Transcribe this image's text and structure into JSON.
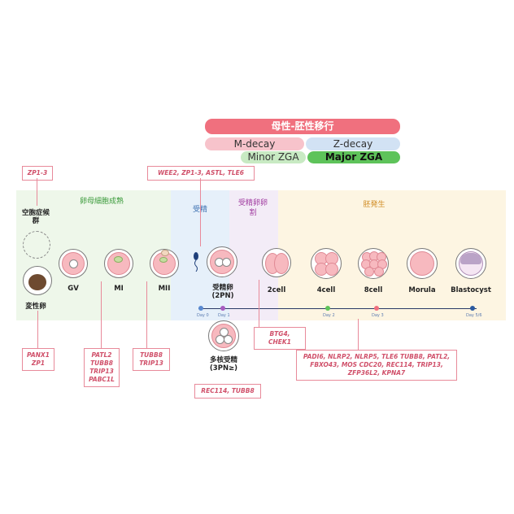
{
  "top_bars": {
    "mzt": "母性-胚性移行",
    "m_decay": "M-decay",
    "z_decay": "Z-decay",
    "minor_zga": "Minor ZGA",
    "major_zga": "Major ZGA"
  },
  "phases": {
    "oogenesis": "卵母細胞成熟",
    "fertilization": "受精",
    "cleavage": "受精卵卵割",
    "embryo": "胚発生"
  },
  "left_labels": {
    "empty_follicle": "空胞症候群",
    "degenerate": "変性卵"
  },
  "stages": {
    "gv": "GV",
    "mi": "MI",
    "mii": "MII",
    "zygote": "受精卵(2PN)",
    "cell2": "2cell",
    "cell4": "4cell",
    "cell8": "8cell",
    "morula": "Morula",
    "blastocyst": "Blastocyst",
    "polyspermy": "多核受精(3PN≥)"
  },
  "timeline": {
    "day0": "Day 0",
    "day1": "Day 1",
    "day2": "Day 2",
    "day3": "Day 3",
    "day56": "Day 5/6"
  },
  "gene_boxes": {
    "zp13": "ZP1-3",
    "wee2": "WEE2, ZP1-3, ASTL, TLE6",
    "panx1": "PANX1 ZP1",
    "patl2": "PATL2 TUBB8 TRIP13 PABC1L",
    "tubb8": "TUBB8 TRIP13",
    "btg4": "BTG4, CHEK1",
    "padi6": "PADI6, NLRP2, NLRP5, TLE6 TUBB8, PATL2, FBXO43, MOS CDC20, REC114, TRIP13, ZFP36L2, KPNA7",
    "rec114": "REC114, TUBB8"
  },
  "colors": {
    "mzt_bar": "#f0707e",
    "m_decay_bar": "#f7c3cb",
    "z_decay_bar": "#d2e2f4",
    "minor_zga_bar": "#c8eac3",
    "major_zga_bar": "#5ec35a",
    "gene_text": "#d0506a",
    "egg_pink": "#f7b9bf",
    "phase_green": "#eef7ea",
    "phase_blue": "#e6f0fa",
    "phase_lilac": "#f3ecf7",
    "phase_yellow": "#fdf5e2"
  }
}
